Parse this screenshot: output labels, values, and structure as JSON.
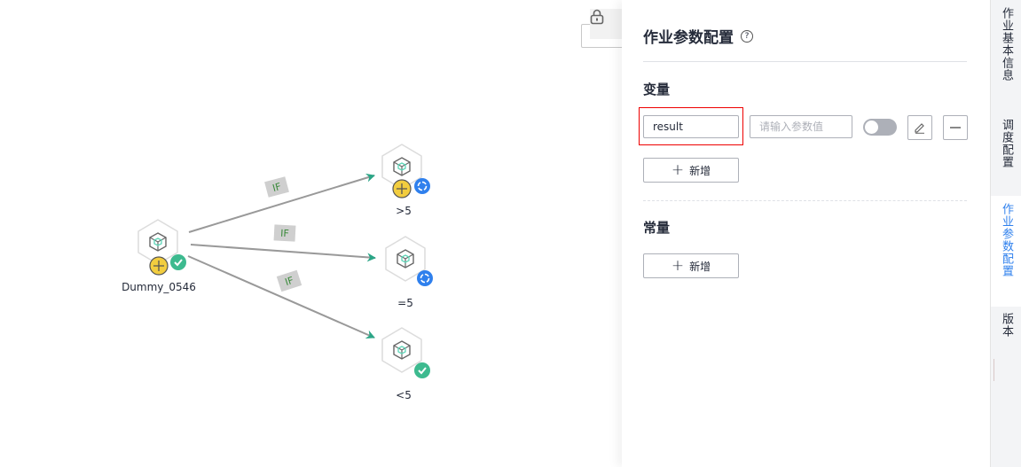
{
  "canvas": {
    "nodes": [
      {
        "label": "Dummy_0546",
        "status": "success"
      },
      {
        "label": ">5",
        "status": "running"
      },
      {
        "label": "=5",
        "status": "running"
      },
      {
        "label": "<5",
        "status": "success"
      }
    ],
    "edges": [
      {
        "label": "IF"
      },
      {
        "label": "IF"
      },
      {
        "label": "IF"
      }
    ],
    "colors": {
      "arrow": "#2aa586",
      "success": "#3dba8f",
      "running": "#2f80ed",
      "add": "#f2cd3f"
    }
  },
  "panel": {
    "title": "作业参数配置",
    "help_icon": "?",
    "variables": {
      "heading": "变量",
      "rows": [
        {
          "name": "result",
          "value_placeholder": "请输入参数值",
          "enabled": false
        }
      ],
      "add_label": "新增"
    },
    "constants": {
      "heading": "常量",
      "add_label": "新增"
    }
  },
  "tabs": [
    {
      "label": "作业基本信息",
      "active": false
    },
    {
      "label": "调度配置",
      "active": false
    },
    {
      "label": "作业参数配置",
      "active": true
    },
    {
      "label": "版本",
      "active": false
    }
  ]
}
